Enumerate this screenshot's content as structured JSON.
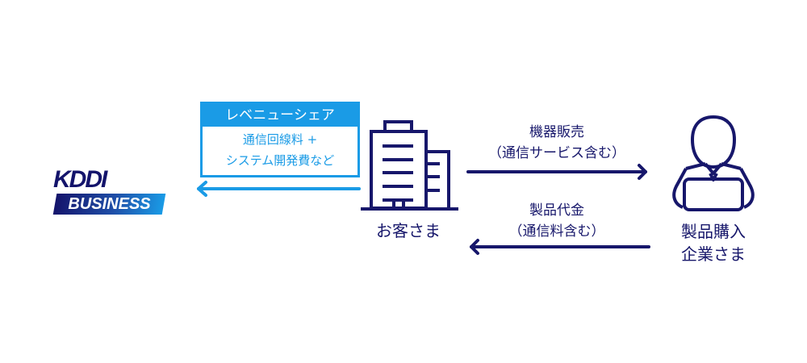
{
  "logo": {
    "line1": "KDDI",
    "line2": "BUSINESS"
  },
  "revenue_box": {
    "title": "レベニューシェア",
    "line1": "通信回線料 +",
    "line2": "システム開発費など"
  },
  "customer": {
    "label": "お客さま"
  },
  "buyer": {
    "line1": "製品購入",
    "line2": "企業さま"
  },
  "flow_sales": {
    "line1": "機器販売",
    "line2": "（通信サービス含む）"
  },
  "flow_payment": {
    "line1": "製品代金",
    "line2": "（通信料含む）"
  },
  "colors": {
    "navy": "#17176b",
    "blue": "#1a9be6"
  }
}
